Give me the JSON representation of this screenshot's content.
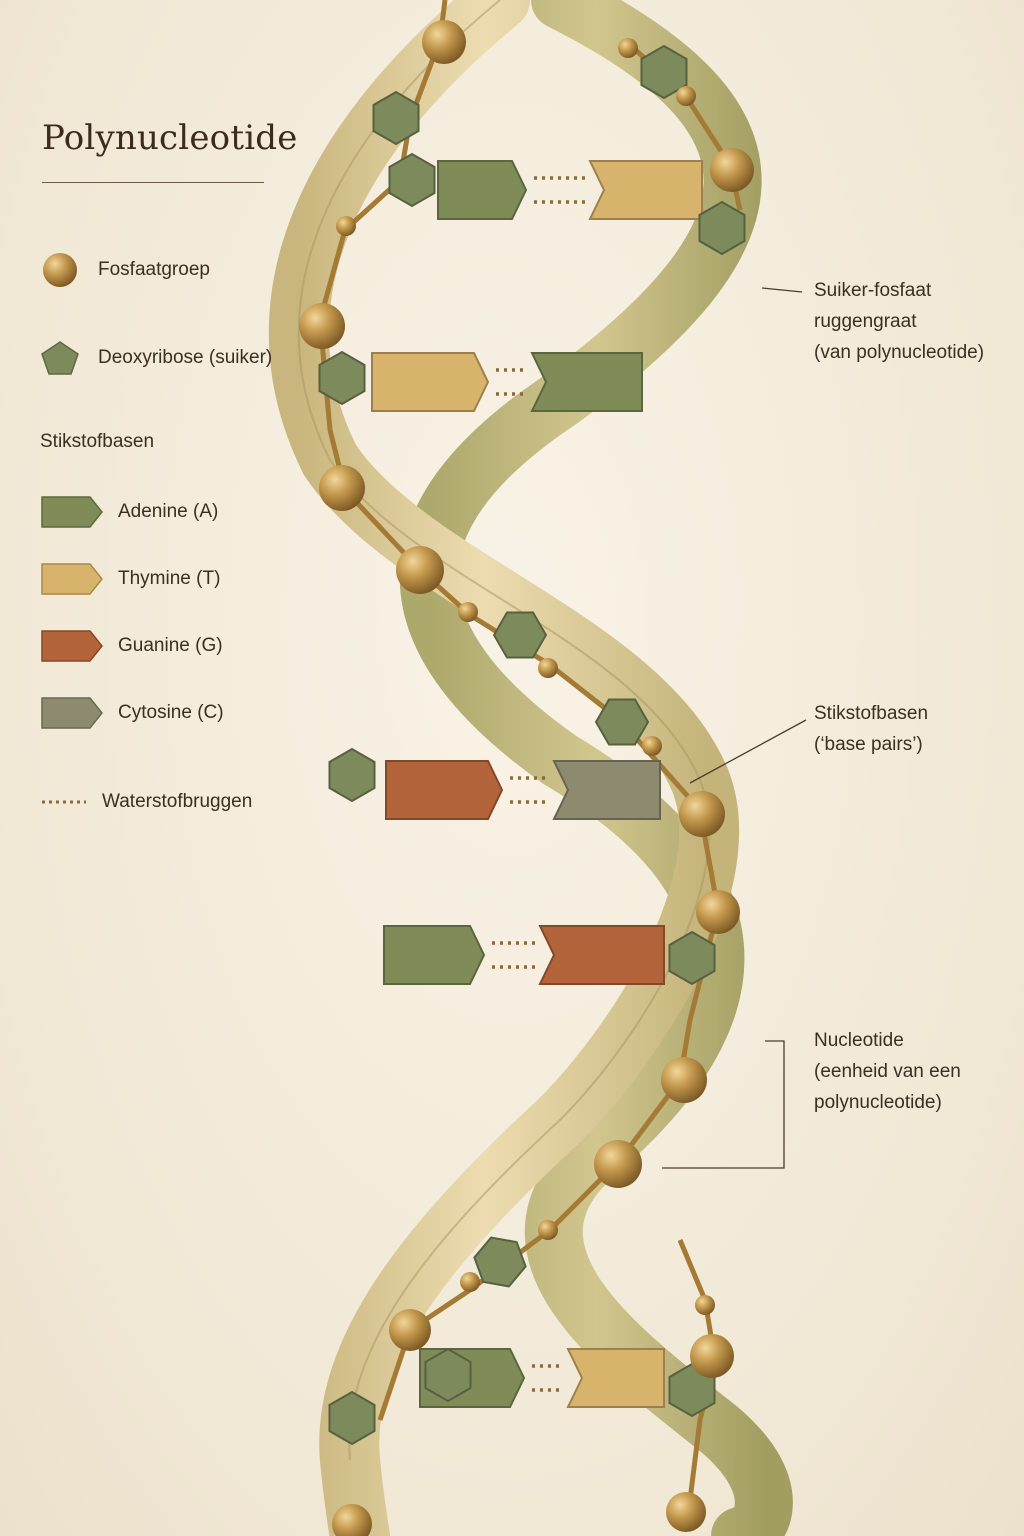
{
  "title": "Polynucleotide",
  "legend": {
    "phosphate": "Fosfaatgroep",
    "sugar": "Deoxyribose (suiker)",
    "bases_header": "Stikstofbasen",
    "adenine": "Adenine (A)",
    "thymine": "Thymine (T)",
    "guanine": "Guanine (G)",
    "cytosine": "Cytosine (C)",
    "hbonds": "Waterstofbruggen"
  },
  "callouts": {
    "backbone": [
      "Suiker-fosfaat",
      "ruggengraat",
      "(van polynucleotide)"
    ],
    "base_pairs": [
      "Stikstofbasen",
      "(‘base pairs’)"
    ],
    "nucleotide": [
      "Nucleotide",
      "(eenheid van een",
      "polynucleotide)"
    ]
  },
  "colors": {
    "adenine": "#7f8c58",
    "thymine": "#d8b36c",
    "guanine": "#b4643a",
    "cytosine": "#8d8a70",
    "phosphate": "#b8893e",
    "sugar": "#7c8a5c",
    "ribbon_light": "#e3d2a2",
    "ribbon_dark": "#b9ad6e",
    "hbond": "#8a6a3a"
  },
  "base_pairs": [
    {
      "left": "adenine",
      "right": "thymine"
    },
    {
      "left": "thymine",
      "right": "adenine"
    },
    {
      "left": "guanine",
      "right": "cytosine"
    },
    {
      "left": "adenine",
      "right": "guanine"
    },
    {
      "left": "adenine",
      "right": "thymine"
    }
  ]
}
